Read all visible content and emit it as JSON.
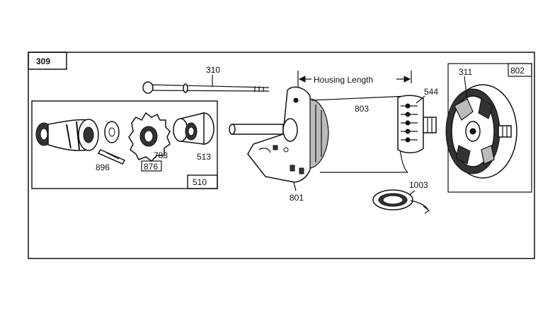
{
  "diagram": {
    "assembly_number": "309",
    "dimension_label": "Housing Length",
    "subassembly_number": "510",
    "parts": {
      "p310": "310",
      "p544": "544",
      "p311": "311",
      "p802": "802",
      "p803": "803",
      "p783": "783",
      "p513": "513",
      "p896": "896",
      "p876": "876",
      "p801": "801",
      "p1003": "1003"
    }
  }
}
